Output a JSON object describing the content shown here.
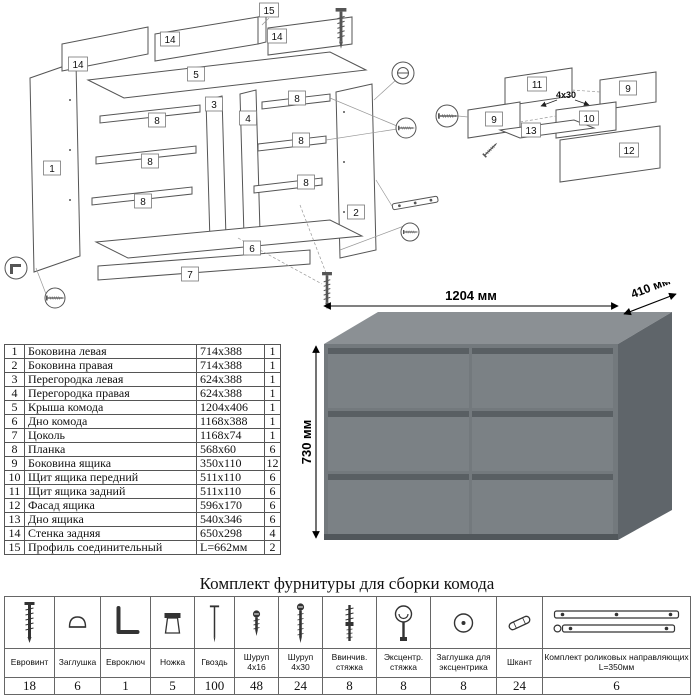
{
  "colors": {
    "dresser_front": "#73797d",
    "dresser_top": "#8b9094",
    "dresser_side": "#5f656a",
    "drawer": "#7b8185",
    "drawer_bevel": "#595f63"
  },
  "parts": [
    {
      "num": "1",
      "name": "Боковина левая",
      "size": "714x388",
      "qty": "1"
    },
    {
      "num": "2",
      "name": "Боковина правая",
      "size": "714x388",
      "qty": "1"
    },
    {
      "num": "3",
      "name": "Перегородка левая",
      "size": "624x388",
      "qty": "1"
    },
    {
      "num": "4",
      "name": "Перегородка правая",
      "size": "624x388",
      "qty": "1"
    },
    {
      "num": "5",
      "name": "Крыша комода",
      "size": "1204x406",
      "qty": "1"
    },
    {
      "num": "6",
      "name": "Дно комода",
      "size": "1168x388",
      "qty": "1"
    },
    {
      "num": "7",
      "name": "Цоколь",
      "size": "1168x74",
      "qty": "1"
    },
    {
      "num": "8",
      "name": "Планка",
      "size": "568x60",
      "qty": "6"
    },
    {
      "num": "9",
      "name": "Боковина ящика",
      "size": "350x110",
      "qty": "12"
    },
    {
      "num": "10",
      "name": "Щит ящика передний",
      "size": "511x110",
      "qty": "6"
    },
    {
      "num": "11",
      "name": "Щит ящика задний",
      "size": "511x110",
      "qty": "6"
    },
    {
      "num": "12",
      "name": "Фасад ящика",
      "size": "596x170",
      "qty": "6"
    },
    {
      "num": "13",
      "name": "Дно ящика",
      "size": "540x346",
      "qty": "6"
    },
    {
      "num": "14",
      "name": "Стенка задняя",
      "size": "650x298",
      "qty": "4"
    },
    {
      "num": "15",
      "name": "Профиль соединительный",
      "size": "L=662мм",
      "qty": "2"
    }
  ],
  "dimensions": {
    "width": "1204 мм",
    "depth": "410 мм",
    "height": "730 мм"
  },
  "diagram": {
    "exploded": {
      "n1": "1",
      "n2": "2",
      "n3": "3",
      "n4": "4",
      "n5": "5",
      "n6": "6",
      "n7": "7",
      "n8": "8",
      "n14": "14",
      "n15": "15"
    },
    "drawer": {
      "n9": "9",
      "n10": "10",
      "n11": "11",
      "n12": "12",
      "n13": "13",
      "screw_size": "4x30"
    }
  },
  "hardware": {
    "title": "Комплект фурнитуры для сборки комода",
    "items": [
      {
        "name": "Евровинт",
        "qty": "18"
      },
      {
        "name": "Заглушка",
        "qty": "6"
      },
      {
        "name": "Евроключ",
        "qty": "1"
      },
      {
        "name": "Ножка",
        "qty": "5"
      },
      {
        "name": "Гвоздь",
        "qty": "100"
      },
      {
        "name": "Шуруп 4x16",
        "qty": "48"
      },
      {
        "name": "Шуруп 4x30",
        "qty": "24"
      },
      {
        "name": "Ввинчив. стяжка",
        "qty": "8"
      },
      {
        "name": "Эксцентр. стяжка",
        "qty": "8"
      },
      {
        "name": "Заглушка для эксцентрика",
        "qty": "8"
      },
      {
        "name": "Шкант",
        "qty": "24"
      },
      {
        "name": "Комплект роликовых направляющих L=350мм",
        "qty": "6"
      }
    ]
  }
}
